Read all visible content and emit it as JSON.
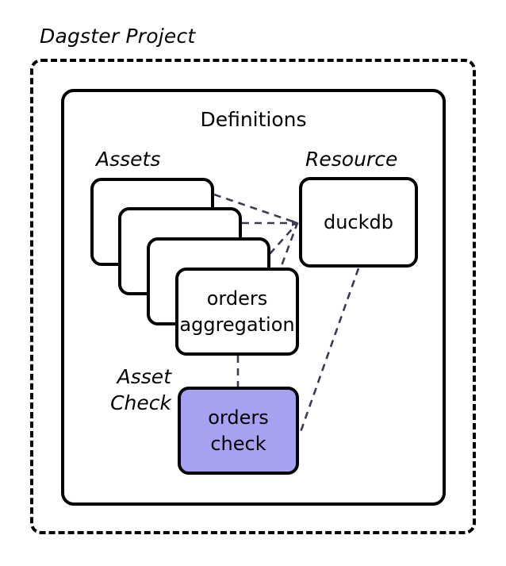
{
  "diagram": {
    "title": "Dagster Project",
    "container": {
      "title": "Definitions"
    },
    "sections": {
      "assets_label": "Assets",
      "resource_label": "Resource",
      "asset_check_label": "Asset\nCheck"
    },
    "nodes": {
      "asset_card_1": "",
      "asset_card_2": "",
      "asset_card_3": "",
      "asset_card_4": "orders\naggregation",
      "resource": "duckdb",
      "asset_check": "orders\ncheck"
    },
    "colors": {
      "asset_check_fill": "#a6a1f0",
      "stroke": "#000000",
      "edge_stroke": "#3b3b4f",
      "background": "#ffffff"
    },
    "edges": [
      {
        "from": "asset_card_1",
        "to": "resource",
        "style": "dashed"
      },
      {
        "from": "asset_card_2",
        "to": "resource",
        "style": "dashed"
      },
      {
        "from": "asset_card_3",
        "to": "resource",
        "style": "dashed"
      },
      {
        "from": "asset_card_4",
        "to": "resource",
        "style": "dashed"
      },
      {
        "from": "asset_card_4",
        "to": "asset_check",
        "style": "dashed"
      },
      {
        "from": "resource",
        "to": "asset_check",
        "style": "dashed"
      }
    ]
  }
}
